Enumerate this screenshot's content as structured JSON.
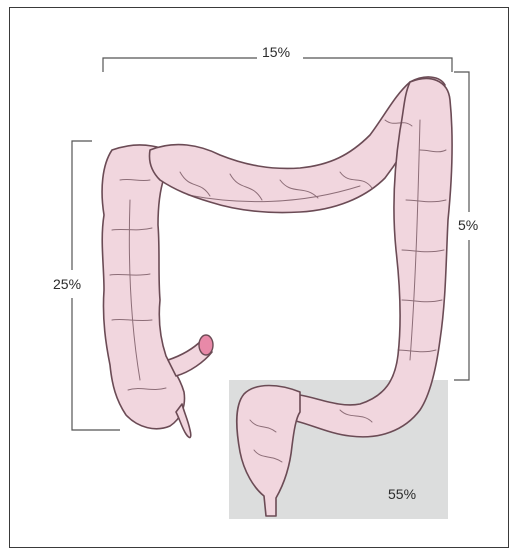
{
  "labels": {
    "transverse": "15%",
    "ascending": "25%",
    "descending": "5%",
    "sigmoid_rectum": "55%"
  },
  "colors": {
    "colon_fill": "#f1d6de",
    "colon_stroke": "#6b4b55",
    "highlight_box": "#dcdddd",
    "bracket": "#555555",
    "lumen": "#e889a8"
  }
}
